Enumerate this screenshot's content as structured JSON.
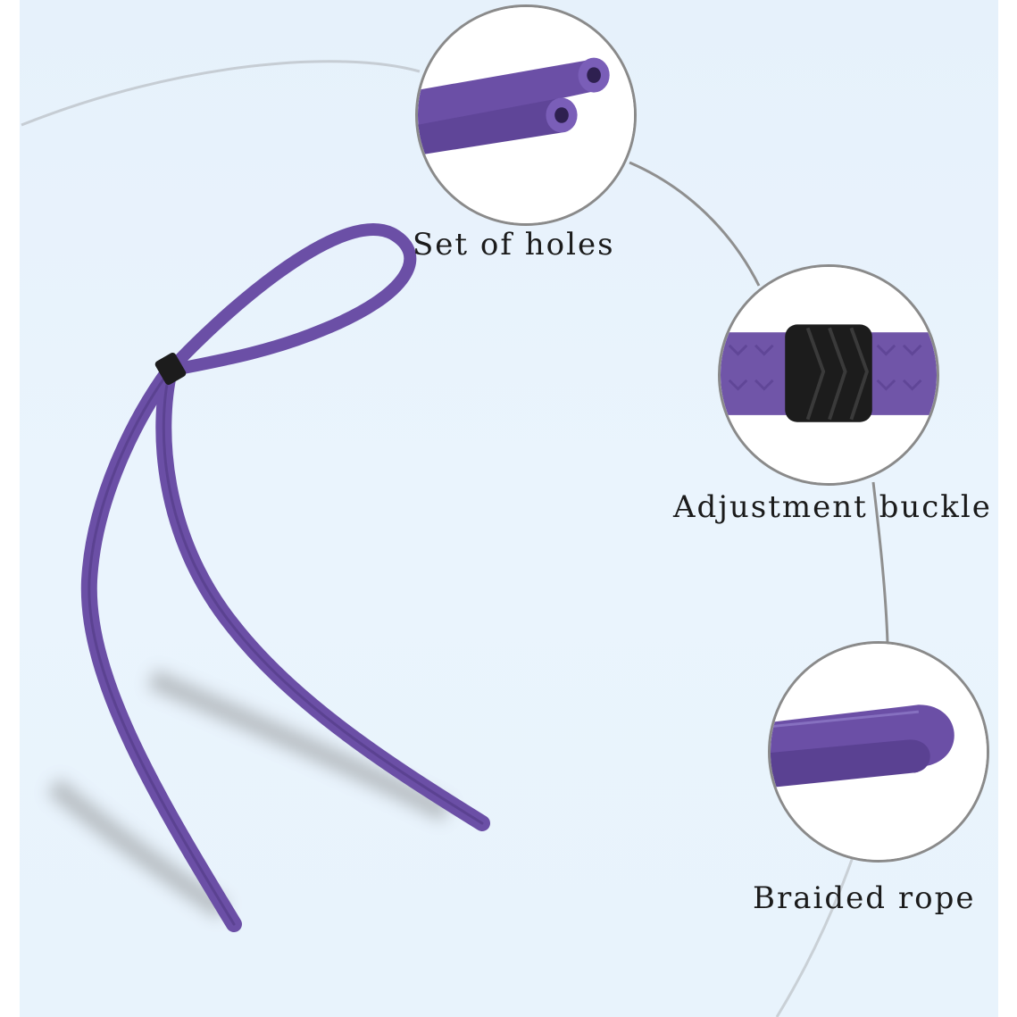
{
  "callouts": {
    "holes": {
      "label": "Set of holes",
      "icon": "rope-tips-closeup"
    },
    "buckle": {
      "label": "Adjustment buckle",
      "icon": "buckle-closeup"
    },
    "rope": {
      "label": "Braided rope",
      "icon": "braided-rope-closeup"
    }
  },
  "colors": {
    "background": "#e6f1fb",
    "cord": "#6b4fa6",
    "cord_dark": "#503a84",
    "buckle": "#1c1c1c",
    "callout_border": "#8a8a8a",
    "arc": "#8f8f8f"
  }
}
